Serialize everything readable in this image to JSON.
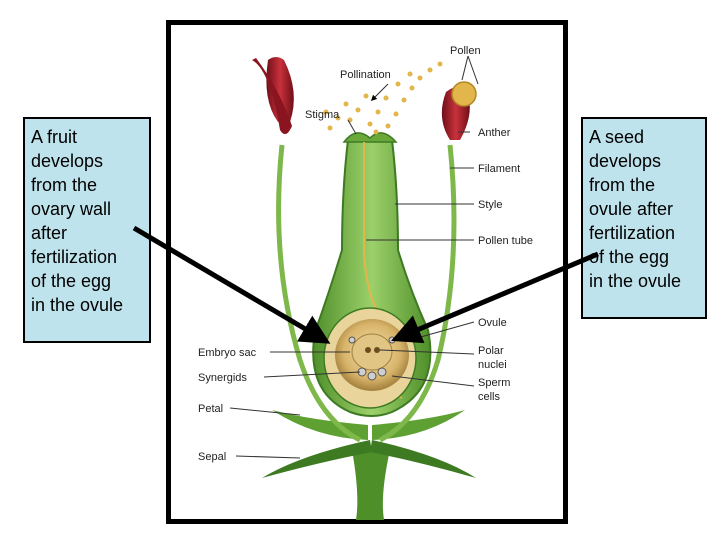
{
  "callouts": {
    "left": {
      "lines": [
        "A fruit",
        "develops",
        "from the",
        "ovary wall",
        "after",
        "fertilization",
        "of the egg",
        "in the ovule"
      ]
    },
    "right": {
      "lines": [
        "A seed",
        "develops",
        "from the",
        "ovule after",
        "fertilization",
        "of the egg",
        "in the ovule"
      ]
    }
  },
  "labels": {
    "pollen": "Pollen",
    "pollination": "Pollination",
    "stigma": "Stigma",
    "anther": "Anther",
    "filament": "Filament",
    "style": "Style",
    "pollen_tube": "Pollen tube",
    "ovule": "Ovule",
    "embryo_sac": "Embryo sac",
    "polar_nuclei_1": "Polar",
    "polar_nuclei_2": "nuclei",
    "synergids": "Synergids",
    "sperm_cells_1": "Sperm",
    "sperm_cells_2": "cells",
    "petal": "Petal",
    "sepal": "Sepal"
  },
  "colors": {
    "callout_bg": "#bfe3ec",
    "plant_green": "#5fa033",
    "plant_green_dark": "#3d7a22",
    "ovary_light": "#9cd06a",
    "anther_red": "#b0202a",
    "pollen_yellow": "#e2b64a",
    "ovule_tan": "#d8b46a"
  }
}
